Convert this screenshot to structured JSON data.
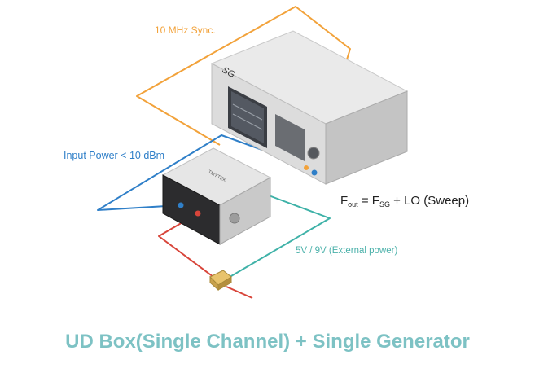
{
  "labels": {
    "sync": "10 MHz Sync.",
    "input_power": "Input Power < 10 dBm",
    "external_power": "5V / 9V (External power)",
    "generator_label": "SG",
    "box_label": "TMYTEK"
  },
  "formula": {
    "f": "F",
    "f_sub": "out",
    "eq_f": " = F",
    "sg_sub": "SG",
    "rest": " + LO (Sweep)"
  },
  "caption": "UD Box(Single Channel) + Single Generator",
  "colors": {
    "sync_cable": "#f2a23a",
    "rf_cable": "#2f7fc8",
    "power_cable": "#3fb2a8",
    "dc_cable": "#d8453a",
    "caption": "#7dc2c4"
  }
}
